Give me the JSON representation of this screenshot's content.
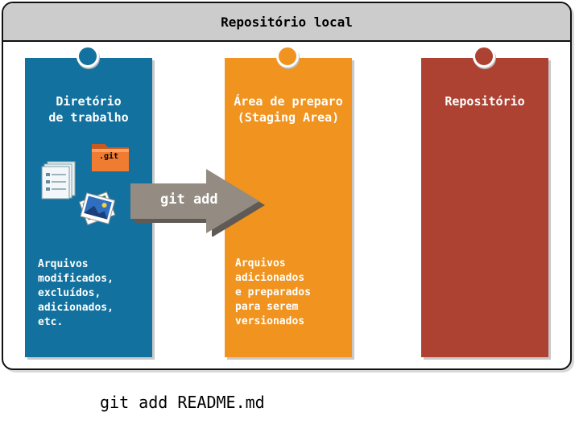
{
  "container": {
    "title": "Repositório local"
  },
  "columns": [
    {
      "id": "working",
      "title": "Diretório\nde trabalho",
      "description": "Arquivos\nmodificados,\nexcluídos,\nadicionados,\netc.",
      "color": "#12719e"
    },
    {
      "id": "staging",
      "title": "Área de preparo\n(Staging Area)",
      "description": "Arquivos\nadicionados\ne preparados\npara serem\nversionados",
      "color": "#f0931f"
    },
    {
      "id": "repo",
      "title": "Repositório",
      "description": "",
      "color": "#ad4233"
    }
  ],
  "arrow": {
    "label": "git add",
    "color": "#948b82"
  },
  "folder_icon": {
    "label": ".git"
  },
  "footer": {
    "command": "git add README.md"
  },
  "icons": [
    "documents-icon",
    "git-folder-icon",
    "image-stack-icon",
    "arrow-icon"
  ]
}
